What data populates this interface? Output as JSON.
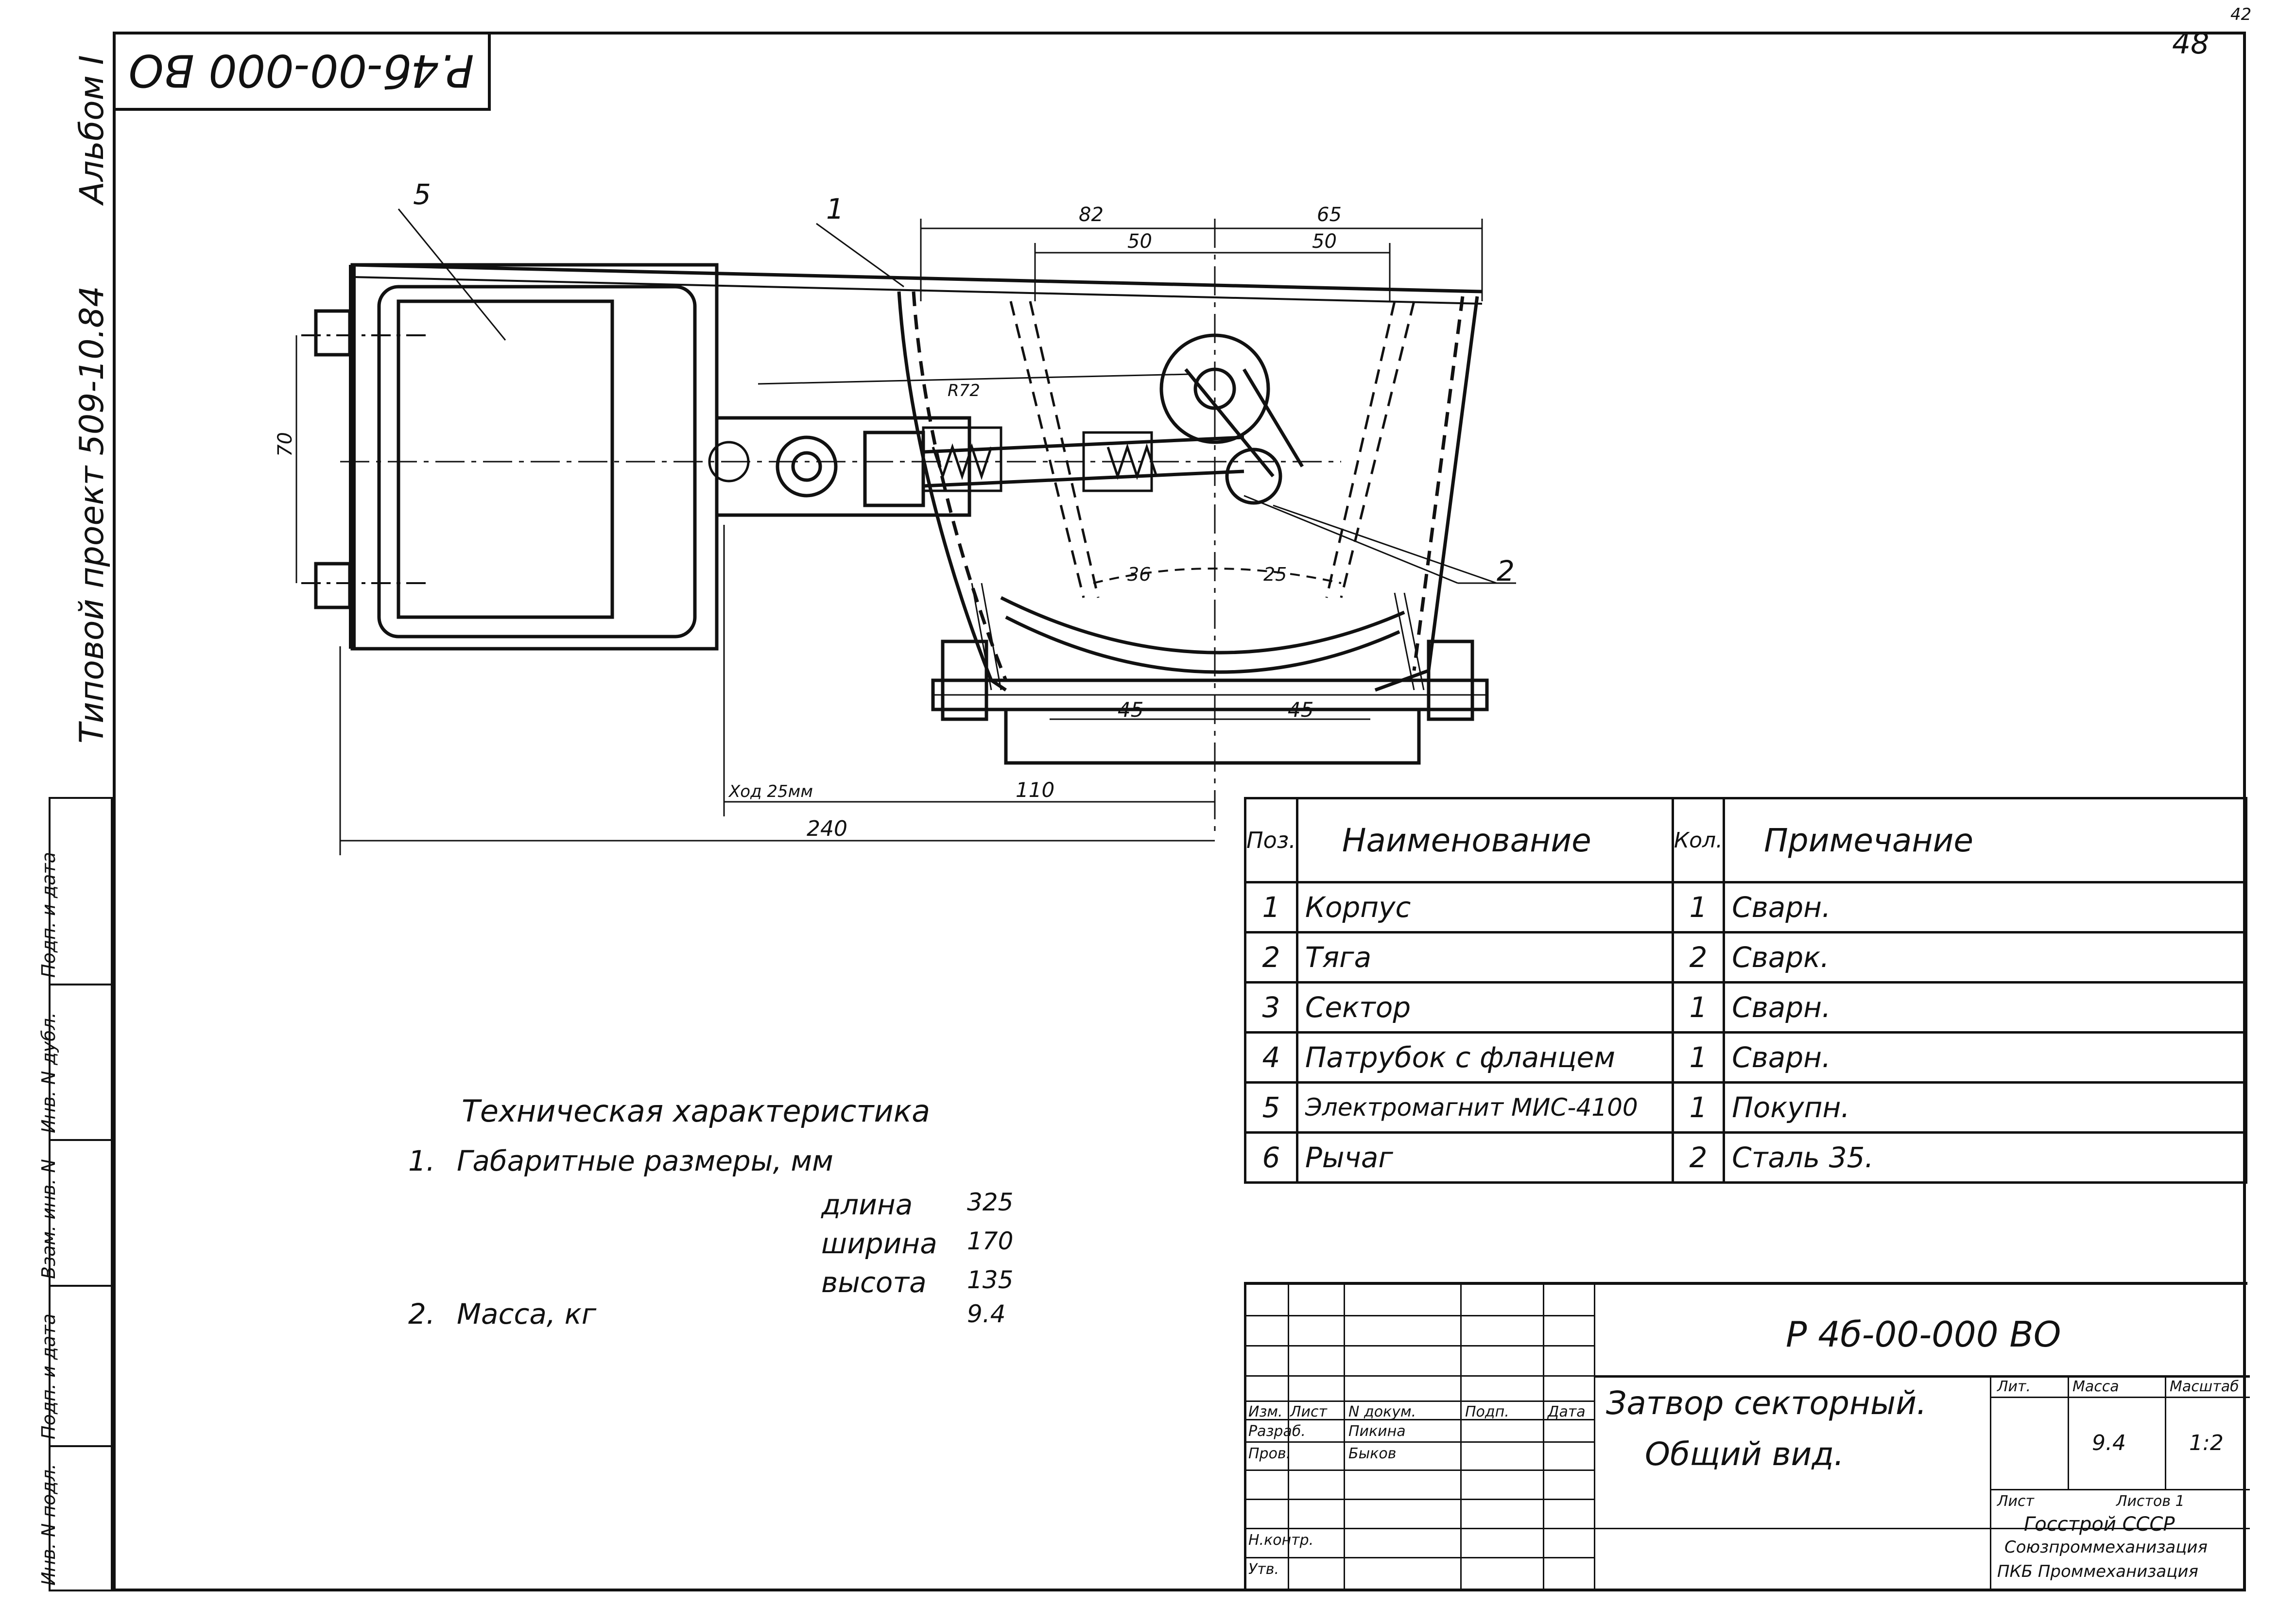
{
  "sheet": {
    "document_code_top": "P.4б-00-000 ВО",
    "sheet_number": "48",
    "corner_mark": "42"
  },
  "side_text": {
    "album": "Альбом I",
    "project": "Типовой проект 509-10.84"
  },
  "side_strip": [
    "Подп. и дата",
    "Инв. N дубл.",
    "Взам. инв. N",
    "Подп. и дата",
    "Инв. N подл."
  ],
  "drawing": {
    "part_labels": [
      "1",
      "2",
      "5"
    ],
    "dimensions": {
      "d82": "82",
      "d65": "65",
      "d50a": "50",
      "d50b": "50",
      "d70": "70",
      "d25": "25",
      "d36": "36",
      "d45a": "45",
      "d45b": "45",
      "d110": "110",
      "d240": "240",
      "stroke": "Ход 25мм",
      "r72": "R72"
    }
  },
  "parts_table": {
    "headers": {
      "pos": "Поз.",
      "name": "Наименование",
      "qty": "Кол.",
      "note": "Примечание"
    },
    "rows": [
      {
        "pos": "1",
        "name": "Корпус",
        "qty": "1",
        "note": "Сварн."
      },
      {
        "pos": "2",
        "name": "Тяга",
        "qty": "2",
        "note": "Сварк."
      },
      {
        "pos": "3",
        "name": "Сектор",
        "qty": "1",
        "note": "Сварн."
      },
      {
        "pos": "4",
        "name": "Патрубок с фланцем",
        "qty": "1",
        "note": "Сварн."
      },
      {
        "pos": "5",
        "name": "Электромагнит МИС-4100",
        "qty": "1",
        "note": "Покупн."
      },
      {
        "pos": "6",
        "name": "Рычаг",
        "qty": "2",
        "note": "Сталь 35."
      }
    ]
  },
  "tech_spec": {
    "title": "Техническая характеристика",
    "item1_no": "1.",
    "item1": "Габаритные размеры, мм",
    "dims": [
      {
        "label": "длина",
        "value": "325"
      },
      {
        "label": "ширина",
        "value": "170"
      },
      {
        "label": "высота",
        "value": "135"
      }
    ],
    "item2_no": "2.",
    "item2": "Масса, кг",
    "mass": "9.4"
  },
  "title_block": {
    "designation": "Р 4б-00-000 ВО",
    "name_line1": "Затвор секторный.",
    "name_line2": "Общий вид.",
    "col_headers": [
      "Изм.",
      "Лист",
      "N докум.",
      "Подп.",
      "Дата"
    ],
    "developed_label": "Разраб.",
    "developed_name": "Пикина",
    "checked_label": "Пров.",
    "checked_name": "Быков",
    "norm_label": "Н.контр.",
    "approved_label": "Утв.",
    "lit_label": "Лит.",
    "mass_label": "Масса",
    "scale_label": "Масштаб",
    "mass_value": "9.4",
    "scale_value": "1:2",
    "sheet_label": "Лист",
    "sheets_label": "Листов 1",
    "org_line1": "Госстрой СССР",
    "org_line2": "Союзпроммеханизация",
    "org_line3": "ПКБ Проммеханизация"
  }
}
